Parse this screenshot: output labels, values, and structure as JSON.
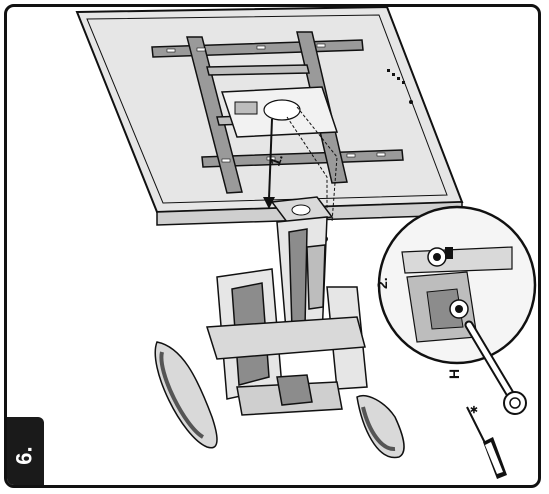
{
  "step": {
    "number": "6."
  },
  "callouts": {
    "one": "1.",
    "two": "2.",
    "tool_h": "H"
  },
  "colors": {
    "ink": "#111111",
    "badge": "#1a1a1a",
    "screen_gray": "#d9d9d9",
    "bracket_gray": "#8c8c8c",
    "base_gray": "#bdbdbd"
  },
  "icons": [
    "screw-icon",
    "wrench-icon",
    "screwdriver-icon",
    "arrow-icon"
  ]
}
